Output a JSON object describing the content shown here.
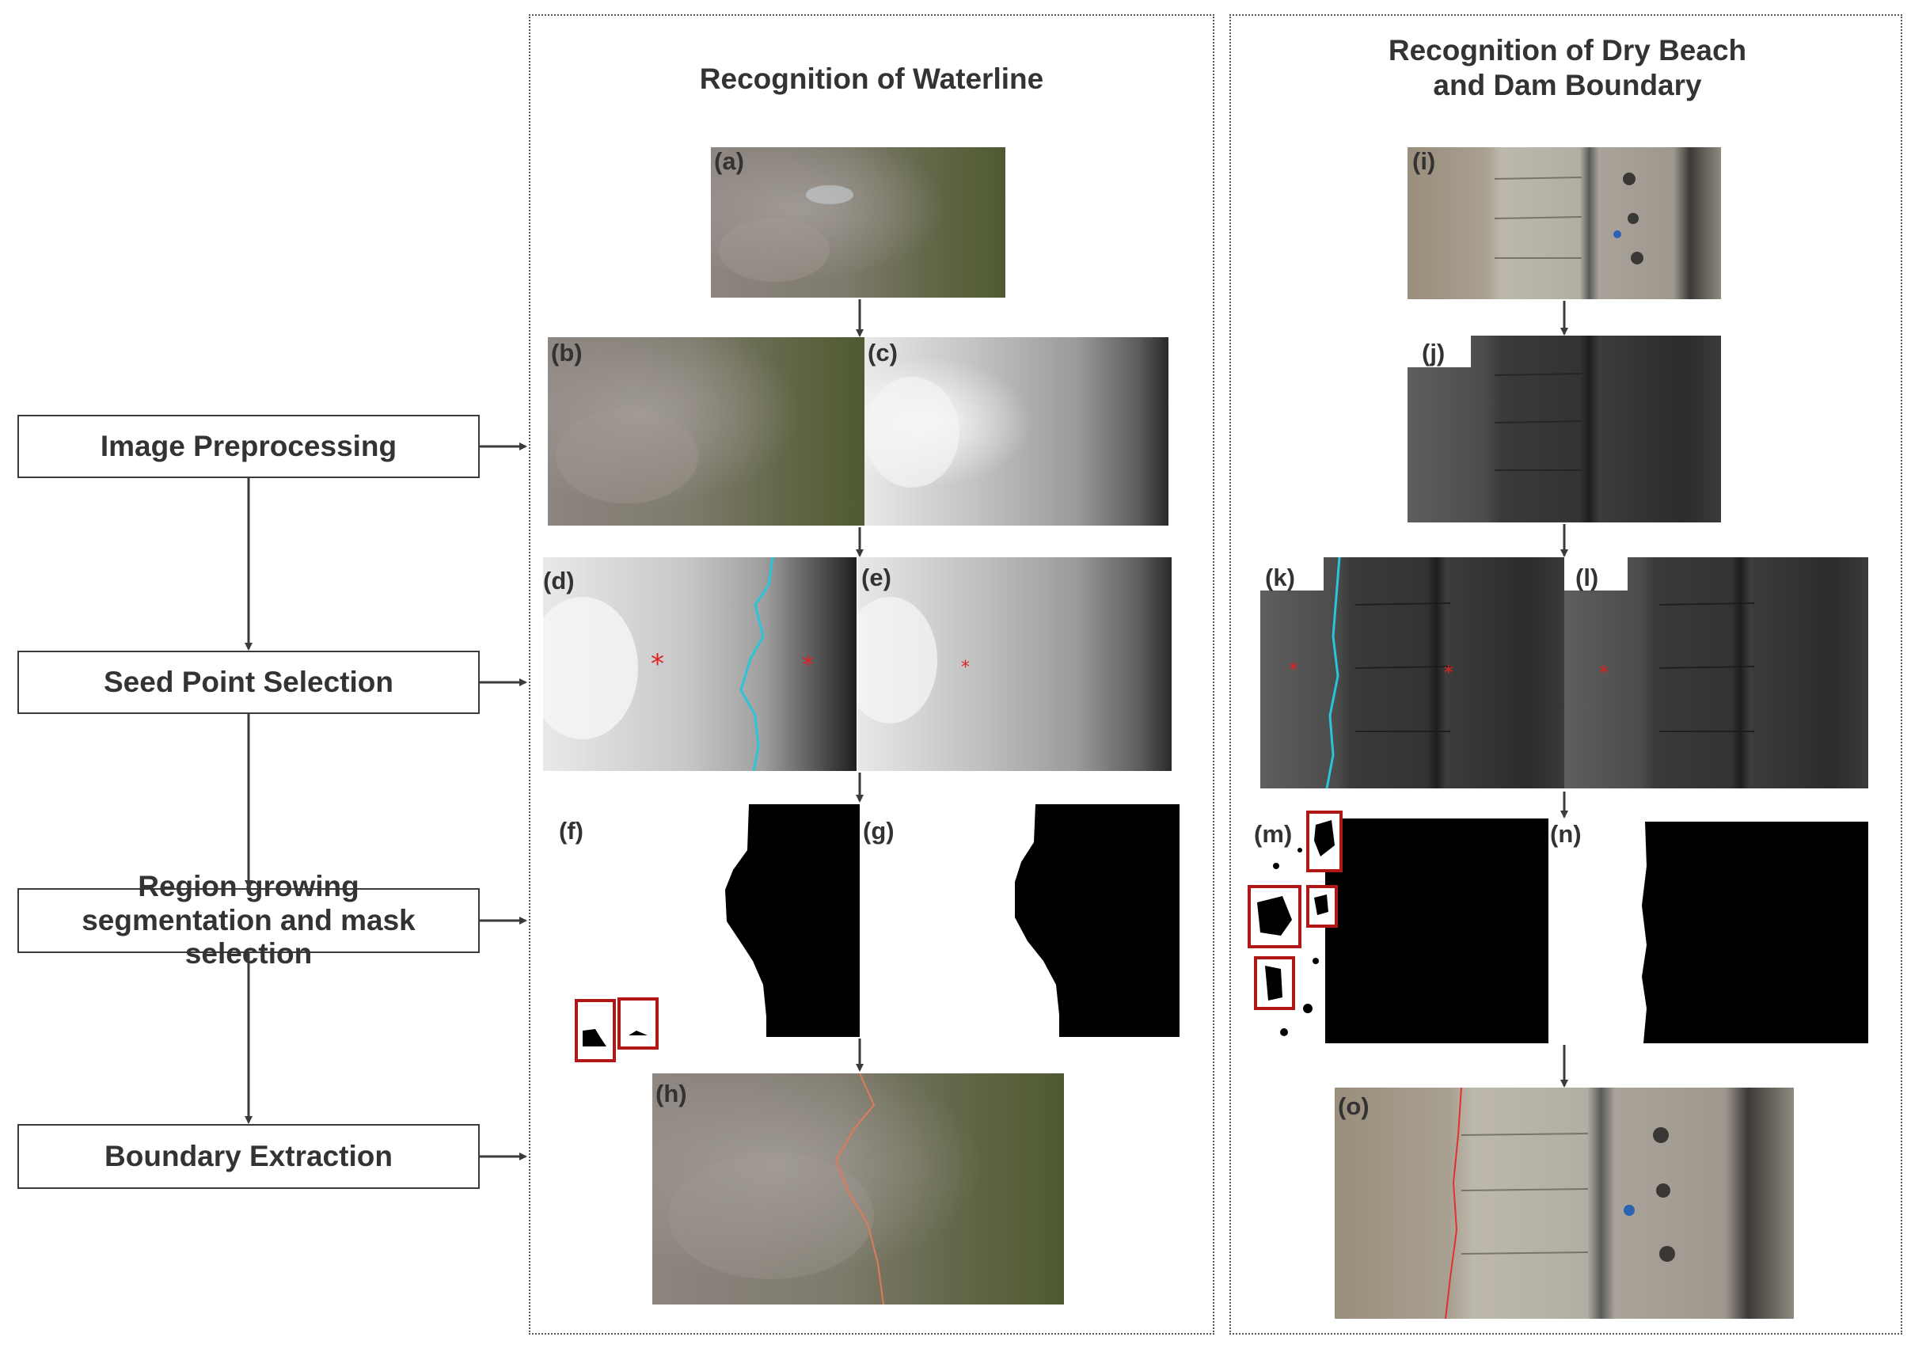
{
  "steps": [
    {
      "label": "Image Preprocessing"
    },
    {
      "label": "Seed Point Selection"
    },
    {
      "label": "Region growing segmentation and mask selection"
    },
    {
      "label": "Boundary Extraction"
    }
  ],
  "panels": {
    "waterline": {
      "title": "Recognition of Waterline"
    },
    "drybeach": {
      "title": "Recognition of Dry Beach and Dam  Boundary"
    }
  },
  "labels": {
    "a": "(a)",
    "b": "(b)",
    "c": "(c)",
    "d": "(d)",
    "e": "(e)",
    "f": "(f)",
    "g": "(g)",
    "h": "(h)",
    "i": "(i)",
    "j": "(j)",
    "k": "(k)",
    "l": "(l)",
    "m": "(m)",
    "n": "(n)",
    "o": "(o)"
  },
  "colors": {
    "arrow": "#3a3a3a",
    "highlight_box": "#b01818",
    "waterline_trace": "#2cc4d8",
    "boundary_trace": "#e07a5a",
    "seed_marker": "#e02020",
    "mask": "#000000"
  }
}
